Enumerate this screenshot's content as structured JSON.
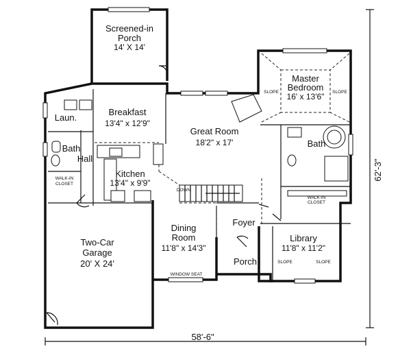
{
  "rooms": {
    "porch_top": {
      "name_line1": "Screened-in",
      "name_line2": "Porch",
      "size": "14' X 14'"
    },
    "master": {
      "name_line1": "Master",
      "name_line2": "Bedroom",
      "size": "16' x 13'6\""
    },
    "breakfast": {
      "name": "Breakfast",
      "size": "13'4\" x 12'9\""
    },
    "great_room": {
      "name": "Great Room",
      "size": "18'2\" x 17'"
    },
    "laundry": {
      "name": "Laun."
    },
    "bath_hall": {
      "name_line1": "Bath",
      "name_line2": "Hall"
    },
    "kitchen": {
      "name": "Kitchen",
      "size": "13'4\" x 9'9\""
    },
    "master_bath": {
      "name": "Bath"
    },
    "walkin_left": {
      "line1": "WALK-IN",
      "line2": "CLOSET"
    },
    "walkin_right": {
      "line1": "WALK-IN",
      "line2": "CLOSET"
    },
    "garage": {
      "name_line1": "Two-Car",
      "name_line2": "Garage",
      "size": "20' X 24'"
    },
    "dining": {
      "name_line1": "Dining",
      "name_line2": "Room",
      "size": "11'8\" x 14'3\""
    },
    "foyer": {
      "name": "Foyer"
    },
    "porch_front": {
      "name": "Porch"
    },
    "library": {
      "name": "Library",
      "size": "11'8\" x 11'2\""
    }
  },
  "annotations": {
    "slope": "SLOPE",
    "down": "DOWN",
    "window_seat": "WINDOW SEAT"
  },
  "dimensions": {
    "overall_width": "58'-6\"",
    "overall_depth": "62'-3\""
  }
}
